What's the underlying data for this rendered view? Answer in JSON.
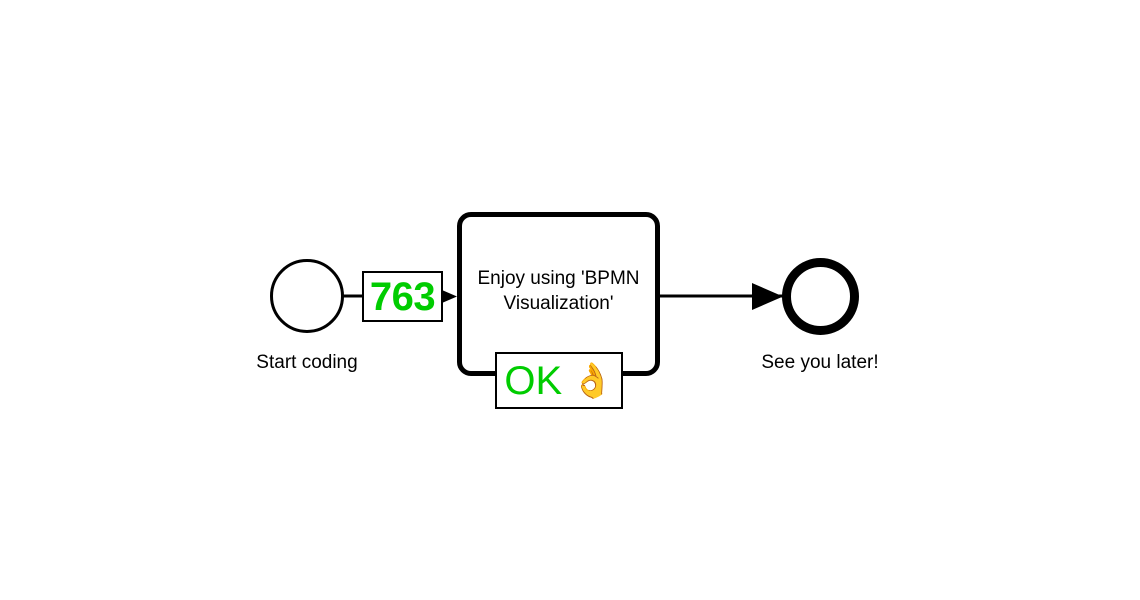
{
  "diagram": {
    "type": "bpmn-process",
    "background_color": "#ffffff",
    "stroke_color": "#000000",
    "overlay_text_color": "#00cc00"
  },
  "elements": {
    "start_event": {
      "shape": "start-event-circle",
      "label": "Start coding"
    },
    "task": {
      "shape": "task-rounded-rect",
      "label": "Enjoy using 'BPMN\nVisualization'",
      "label_line_1": "Enjoy using 'BPMN",
      "label_line_2": "Visualization'"
    },
    "end_event": {
      "shape": "end-event-circle-thick",
      "label": "See you later!"
    }
  },
  "overlays": [
    {
      "id": "counter-overlay",
      "attached_to": "sequence-flow-start-to-task",
      "text": "763",
      "emoji": "",
      "color": "#00cc00"
    },
    {
      "id": "ok-overlay",
      "attached_to": "task",
      "text": "OK",
      "emoji": "👌",
      "emoji_name": "ok-hand",
      "color": "#00cc00"
    }
  ],
  "flows": [
    {
      "id": "sequence-flow-start-to-task",
      "source": "start_event",
      "target": "task",
      "has_arrowhead": true
    },
    {
      "id": "sequence-flow-task-to-end",
      "source": "task",
      "target": "end_event",
      "has_arrowhead": true
    }
  ]
}
